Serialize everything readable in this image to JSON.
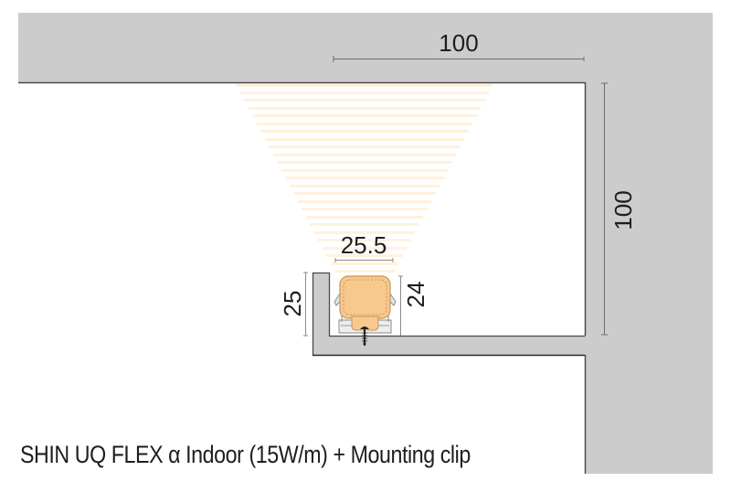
{
  "diagram": {
    "caption": "SHIN UQ FLEX α Indoor (15W/m) + Mounting clip",
    "dimensions": {
      "top_width": "100",
      "right_height": "100",
      "fixture_width": "25.5",
      "lip_height": "25",
      "fixture_height": "24"
    },
    "colors": {
      "wall_fill": "#cccccc",
      "wall_edge": "#4a4a4a",
      "light_cone": "#fff2de",
      "fixture_body": "#f7c98c",
      "fixture_outline": "#c8955a",
      "clip": "#e6e6e6",
      "dimension_line": "#6e6e6e",
      "text": "#1e1e1e"
    },
    "elements": {
      "ceiling_label": "ceiling slab",
      "wall_label": "right wall",
      "ledge_label": "cove ledge",
      "fixture_label": "LED flex strip in mounting clip",
      "screw_label": "mounting screw",
      "light_label": "light beam"
    }
  }
}
